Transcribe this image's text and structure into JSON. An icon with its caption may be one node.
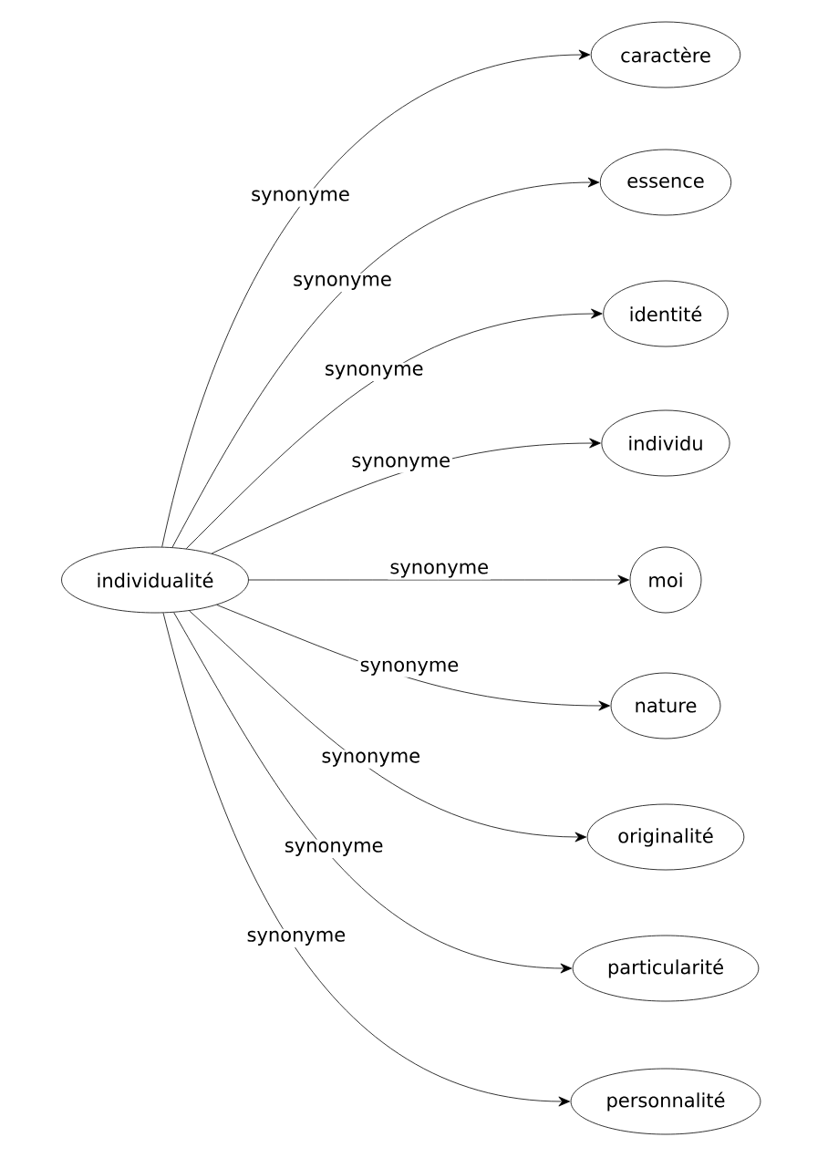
{
  "diagram": {
    "nodes": [
      {
        "text": [
          "individualité"
        ]
      },
      {
        "text": [
          "caractère"
        ]
      },
      {
        "text": [
          "essence"
        ]
      },
      {
        "text": [
          "identité"
        ]
      },
      {
        "text": [
          "individu"
        ]
      },
      {
        "text": [
          "moi"
        ]
      },
      {
        "text": [
          "nature"
        ]
      },
      {
        "text": [
          "originalité"
        ]
      },
      {
        "text": [
          "particularité"
        ]
      },
      {
        "text": [
          "personnalité"
        ]
      }
    ],
    "edges": [
      {
        "from": 0,
        "to": 1,
        "arrow": "to",
        "label": "synonyme"
      },
      {
        "from": 0,
        "to": 2,
        "arrow": "to",
        "label": "synonyme"
      },
      {
        "from": 0,
        "to": 3,
        "arrow": "to",
        "label": "synonyme"
      },
      {
        "from": 0,
        "to": 4,
        "arrow": "to",
        "label": "synonyme"
      },
      {
        "from": 0,
        "to": 5,
        "arrow": "to",
        "label": "synonyme"
      },
      {
        "from": 0,
        "to": 6,
        "arrow": "to",
        "label": "synonyme"
      },
      {
        "from": 0,
        "to": 7,
        "arrow": "to",
        "label": "synonyme"
      },
      {
        "from": 0,
        "to": 8,
        "arrow": "to",
        "label": "synonyme"
      },
      {
        "from": 0,
        "to": 9,
        "arrow": "to",
        "label": "synonyme"
      }
    ]
  }
}
